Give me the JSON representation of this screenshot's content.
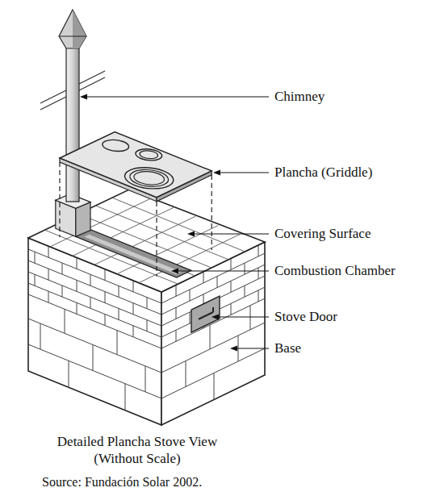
{
  "diagram": {
    "caption": "Detailed Plancha Stove View (Without Scale)",
    "labels": [
      "Chimney",
      "Plancha (Griddle)",
      "Covering Surface",
      "Combustion Chamber",
      "Stove Door",
      "Base",
      "Source: Fundación Solar 2002."
    ]
  }
}
